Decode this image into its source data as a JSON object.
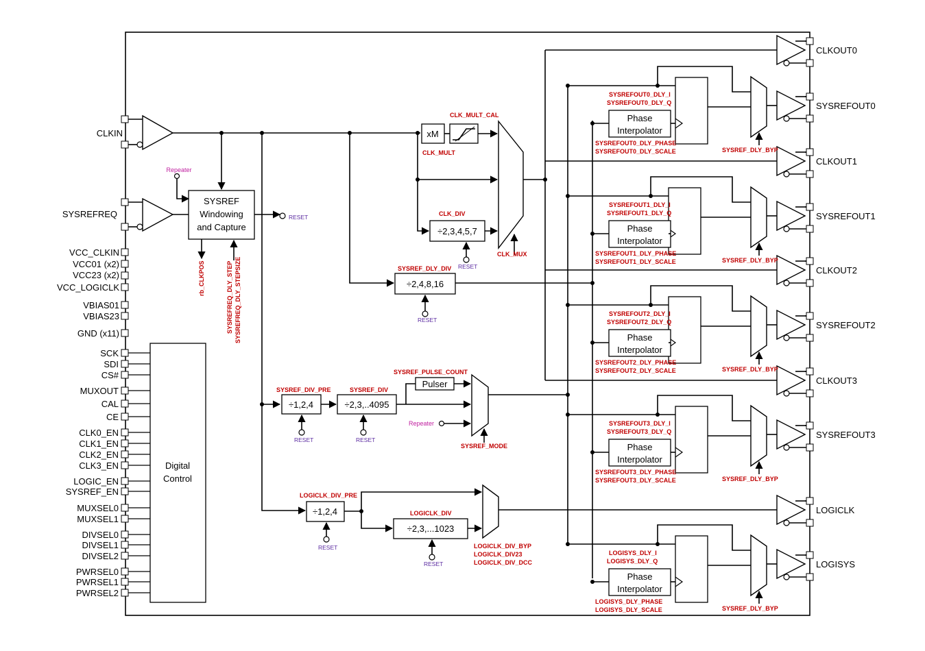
{
  "pins_left": {
    "clkin": "CLKIN",
    "sysrefreq": "SYSREFREQ",
    "vcc_clkin": "VCC_CLKIN",
    "vcc01": "VCC01 (x2)",
    "vcc23": "VCC23 (x2)",
    "vcc_logiclk": "VCC_LOGICLK",
    "vbias01": "VBIAS01",
    "vbias23": "VBIAS23",
    "gnd": "GND (x11)",
    "digital": [
      "SCK",
      "SDI",
      "CS#",
      "MUXOUT",
      "CAL",
      "CE",
      "CLK0_EN",
      "CLK1_EN",
      "CLK2_EN",
      "CLK3_EN",
      "LOGIC_EN",
      "SYSREF_EN",
      "MUXSEL0",
      "MUXSEL1",
      "DIVSEL0",
      "DIVSEL1",
      "DIVSEL2",
      "PWRSEL0",
      "PWRSEL1",
      "PWRSEL2"
    ]
  },
  "pins_right": [
    "CLKOUT0",
    "SYSREFOUT0",
    "CLKOUT1",
    "SYSREFOUT1",
    "CLKOUT2",
    "SYSREFOUT2",
    "CLKOUT3",
    "SYSREFOUT3",
    "LOGICLK",
    "LOGISYS"
  ],
  "blocks": {
    "sysref_win_1": "SYSREF",
    "sysref_win_2": "Windowing",
    "sysref_win_3": "and Capture",
    "xm": "xM",
    "clk_div": "÷2,3,4,5,7",
    "sysref_dly_div": "÷2,4,8,16",
    "div_pre": "÷1,2,4",
    "sysref_div": "÷2,3,..4095",
    "pulser": "Pulser",
    "logiclk_pre": "÷1,2,4",
    "logiclk_div": "÷2,3,...1023",
    "digital_1": "Digital",
    "digital_2": "Control",
    "phase_1": "Phase",
    "phase_2": "Interpolator"
  },
  "labels": {
    "repeater": "Repeater",
    "reset": "RESET",
    "rb_clkpos": "rb_CLKPOS",
    "sysreq_dly_step": "SYSREFREQ_DLY_STEP",
    "sysreq_dly_stepsize": "SYSREFREQ_DLY_STEPSIZE",
    "clk_mult_cal": "CLK_MULT_CAL",
    "clk_mult": "CLK_MULT",
    "clk_div": "CLK_DIV",
    "clk_mux": "CLK_MUX",
    "sysref_dly_div": "SYSREF_DLY_DIV",
    "sysref_div_pre": "SYSREF_DIV_PRE",
    "sysref_div": "SYSREF_DIV",
    "sysref_pulse_count": "SYSREF_PULSE_COUNT",
    "sysref_mode": "SYSREF_MODE",
    "logiclk_div_pre": "LOGICLK_DIV_PRE",
    "logiclk_div": "LOGICLK_DIV",
    "logiclk_div_byp": "LOGICLK_DIV_BYP",
    "logiclk_div23": "LOGICLK_DIV23",
    "logiclk_div_dcc": "LOGICLK_DIV_DCC",
    "sysref_dly_byp": "SYSREF_DLY_BYP"
  },
  "channels": [
    {
      "dly_i": "SYSREFOUT0_DLY_I",
      "dly_q": "SYSREFOUT0_DLY_Q",
      "phase": "SYSREFOUT0_DLY_PHASE",
      "scale": "SYSREFOUT0_DLY_SCALE"
    },
    {
      "dly_i": "SYSREFOUT1_DLY_I",
      "dly_q": "SYSREFOUT1_DLY_Q",
      "phase": "SYSREFOUT1_DLY_PHASE",
      "scale": "SYSREFOUT1_DLY_SCALE"
    },
    {
      "dly_i": "SYSREFOUT2_DLY_I",
      "dly_q": "SYSREFOUT2_DLY_Q",
      "phase": "SYSREFOUT2_DLY_PHASE",
      "scale": "SYSREFOUT2_DLY_SCALE"
    },
    {
      "dly_i": "SYSREFOUT3_DLY_I",
      "dly_q": "SYSREFOUT3_DLY_Q",
      "phase": "SYSREFOUT3_DLY_PHASE",
      "scale": "SYSREFOUT3_DLY_SCALE"
    },
    {
      "dly_i": "LOGISYS_DLY_I",
      "dly_q": "LOGISYS_DLY_Q",
      "phase": "LOGISYS_DLY_PHASE",
      "scale": "LOGISYS_DLY_SCALE"
    }
  ]
}
